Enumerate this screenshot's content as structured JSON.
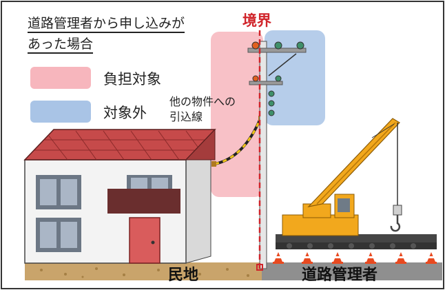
{
  "heading": {
    "line1": "道路管理者から申し込みが",
    "line2": "あった場合"
  },
  "legend": [
    {
      "label": "負担対象",
      "color": "#f7b6bd"
    },
    {
      "label": "対象外",
      "color": "#a9c4e6"
    }
  ],
  "boundary_label": "境界",
  "boundary_color": "#d0242a",
  "service_line": {
    "line1": "他の物件への",
    "line2": "引込線"
  },
  "ground": {
    "private_land": "民地",
    "road_manager": "道路管理者"
  },
  "icons": [
    "house-icon",
    "utility-pole-icon",
    "crane-truck-icon",
    "traffic-cone-icon"
  ]
}
